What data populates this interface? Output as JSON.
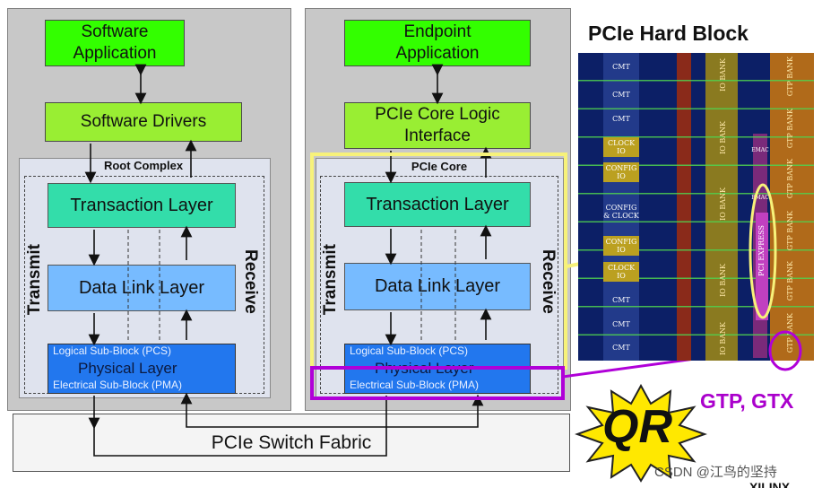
{
  "root_side": {
    "app": "Software Application",
    "drivers": "Software Drivers",
    "complex_label": "Root Complex",
    "transaction": "Transaction Layer",
    "datalink": "Data Link Layer",
    "phy_logical": "Logical Sub-Block (PCS)",
    "phy_name": "Physical Layer",
    "phy_electrical": "Electrical Sub-Block (PMA)",
    "transmit": "Transmit",
    "receive": "Receive"
  },
  "endpoint_side": {
    "app": "Endpoint Application",
    "core_interface": "PCIe Core Logic Interface",
    "core_label": "PCIe Core",
    "transaction": "Transaction Layer",
    "datalink": "Data Link Layer",
    "phy_logical": "Logical Sub-Block (PCS)",
    "phy_name": "Physical Layer",
    "phy_electrical": "Electrical Sub-Block (PMA)",
    "transmit": "Transmit",
    "receive": "Receive"
  },
  "fabric": "PCIe Switch Fabric",
  "chip": {
    "title": "PCIe Hard Block",
    "cmt": "CMT",
    "io_bank": "IO BANK",
    "gtp_bank": "GTP BANK",
    "clock_io": "CLOCK IO",
    "config_io": "CONFIG IO",
    "config_clock": "CONFIG & CLOCK",
    "emac": "EMAC",
    "pci_express": "PCI EXPRESS"
  },
  "callout": "GTP, GTX",
  "badge": "QR",
  "watermark": "CSDN @江鸟的坚持",
  "brand": "XILINX",
  "colors": {
    "highlight_yellow": "#f7f27a",
    "highlight_purple": "#b000d8",
    "callout_text": "#aa00cc"
  }
}
